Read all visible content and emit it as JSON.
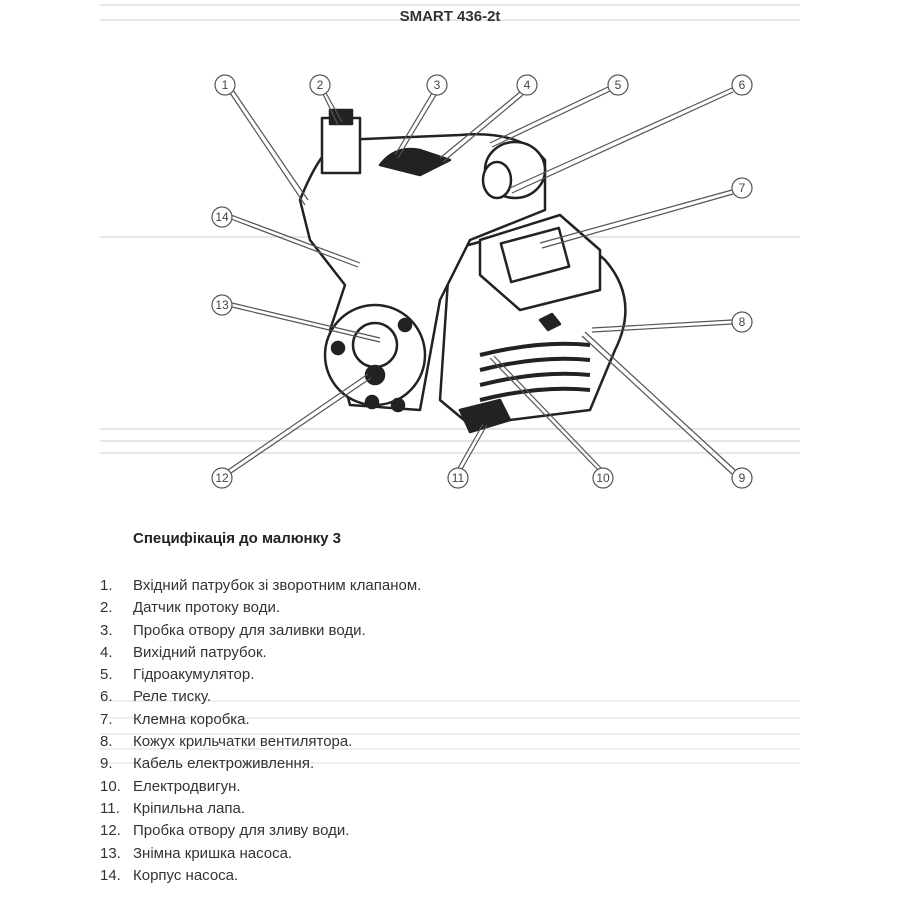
{
  "header": {
    "title": "SMART 436-2t"
  },
  "diagram": {
    "callouts": [
      "1",
      "2",
      "3",
      "4",
      "5",
      "6",
      "7",
      "8",
      "9",
      "10",
      "11",
      "12",
      "13",
      "14"
    ]
  },
  "spec": {
    "title": "Специфікація до малюнку 3",
    "items": [
      {
        "num": "1.",
        "text": "Вхідний патрубок зі зворотним клапаном."
      },
      {
        "num": "2.",
        "text": "Датчик протоку води."
      },
      {
        "num": "3.",
        "text": "Пробка отвору для заливки води."
      },
      {
        "num": "4.",
        "text": "Вихідний патрубок."
      },
      {
        "num": "5.",
        "text": "Гідроакумулятор."
      },
      {
        "num": "6.",
        "text": "Реле тиску."
      },
      {
        "num": "7.",
        "text": "Клемна коробка."
      },
      {
        "num": "8.",
        "text": "Кожух крильчатки вентилятора."
      },
      {
        "num": "9.",
        "text": "Кабель електроживлення."
      },
      {
        "num": "10.",
        "text": "Електродвигун."
      },
      {
        "num": "11.",
        "text": "Кріпильна лапа."
      },
      {
        "num": "12.",
        "text": "Пробка отвору для зливу води."
      },
      {
        "num": "13.",
        "text": "Знімна кришка насоса."
      },
      {
        "num": "14.",
        "text": "Корпус насоса."
      }
    ]
  }
}
